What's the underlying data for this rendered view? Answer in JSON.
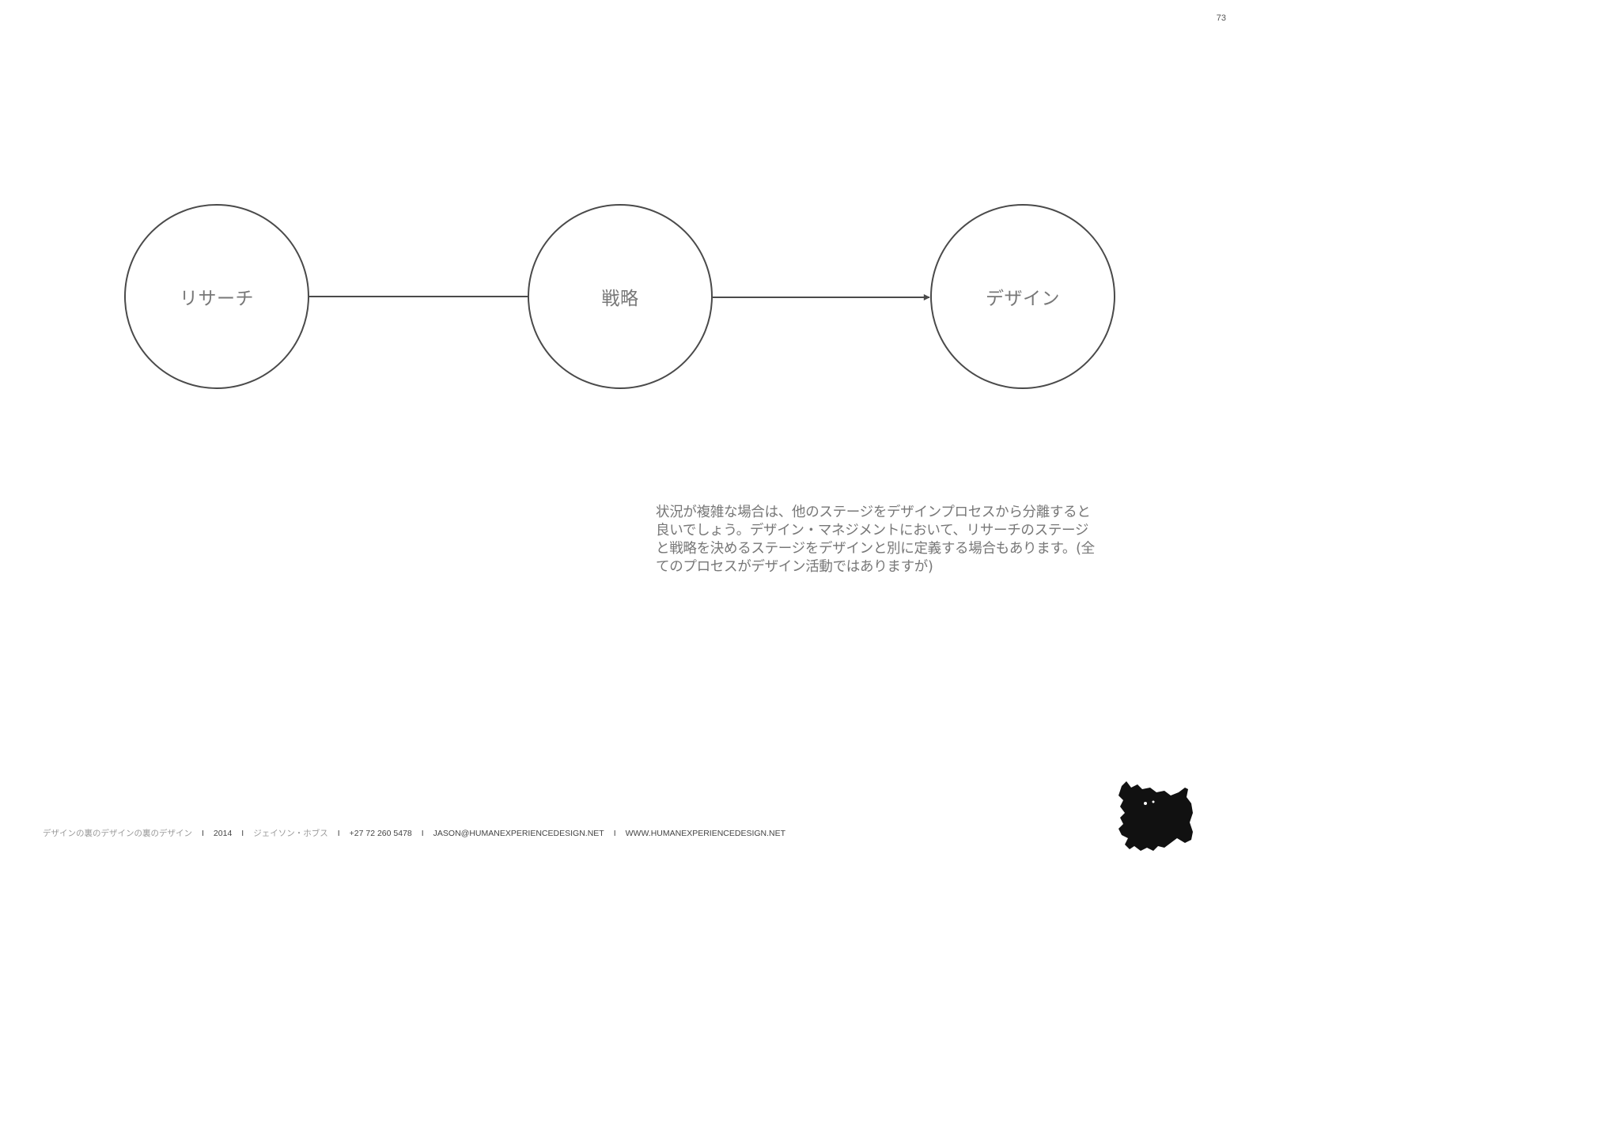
{
  "page": {
    "number": "73"
  },
  "diagram": {
    "nodes": [
      {
        "id": "research",
        "label": "リサーチ"
      },
      {
        "id": "strategy",
        "label": "戦略"
      },
      {
        "id": "design",
        "label": "デザイン"
      }
    ],
    "edges": [
      {
        "from": "research",
        "to": "strategy",
        "arrow": false
      },
      {
        "from": "strategy",
        "to": "design",
        "arrow": true
      }
    ],
    "colors": {
      "stroke": "#4a4a4a",
      "label": "#777777"
    }
  },
  "body": {
    "paragraph": "状況が複雑な場合は、他のステージをデザインプロセスから分離すると良いでしょう。デザイン・マネジメントにおいて、リサーチのステージと戦略を決めるステージをデザインと別に定義する場合もあります。(全てのプロセスがデザイン活動ではありますが)"
  },
  "footer": {
    "title": "デザインの裏のデザインの裏のデザイン",
    "year": "2014",
    "author": "ジェイソン・ホブス",
    "phone": "+27 72 260 5478",
    "email": "JASON@HUMANEXPERIENCEDESIGN.NET",
    "website": "WWW.HUMANEXPERIENCEDESIGN.NET",
    "separator": "I"
  },
  "logo": {
    "icon": "creature-logo-icon",
    "color": "#111111"
  }
}
